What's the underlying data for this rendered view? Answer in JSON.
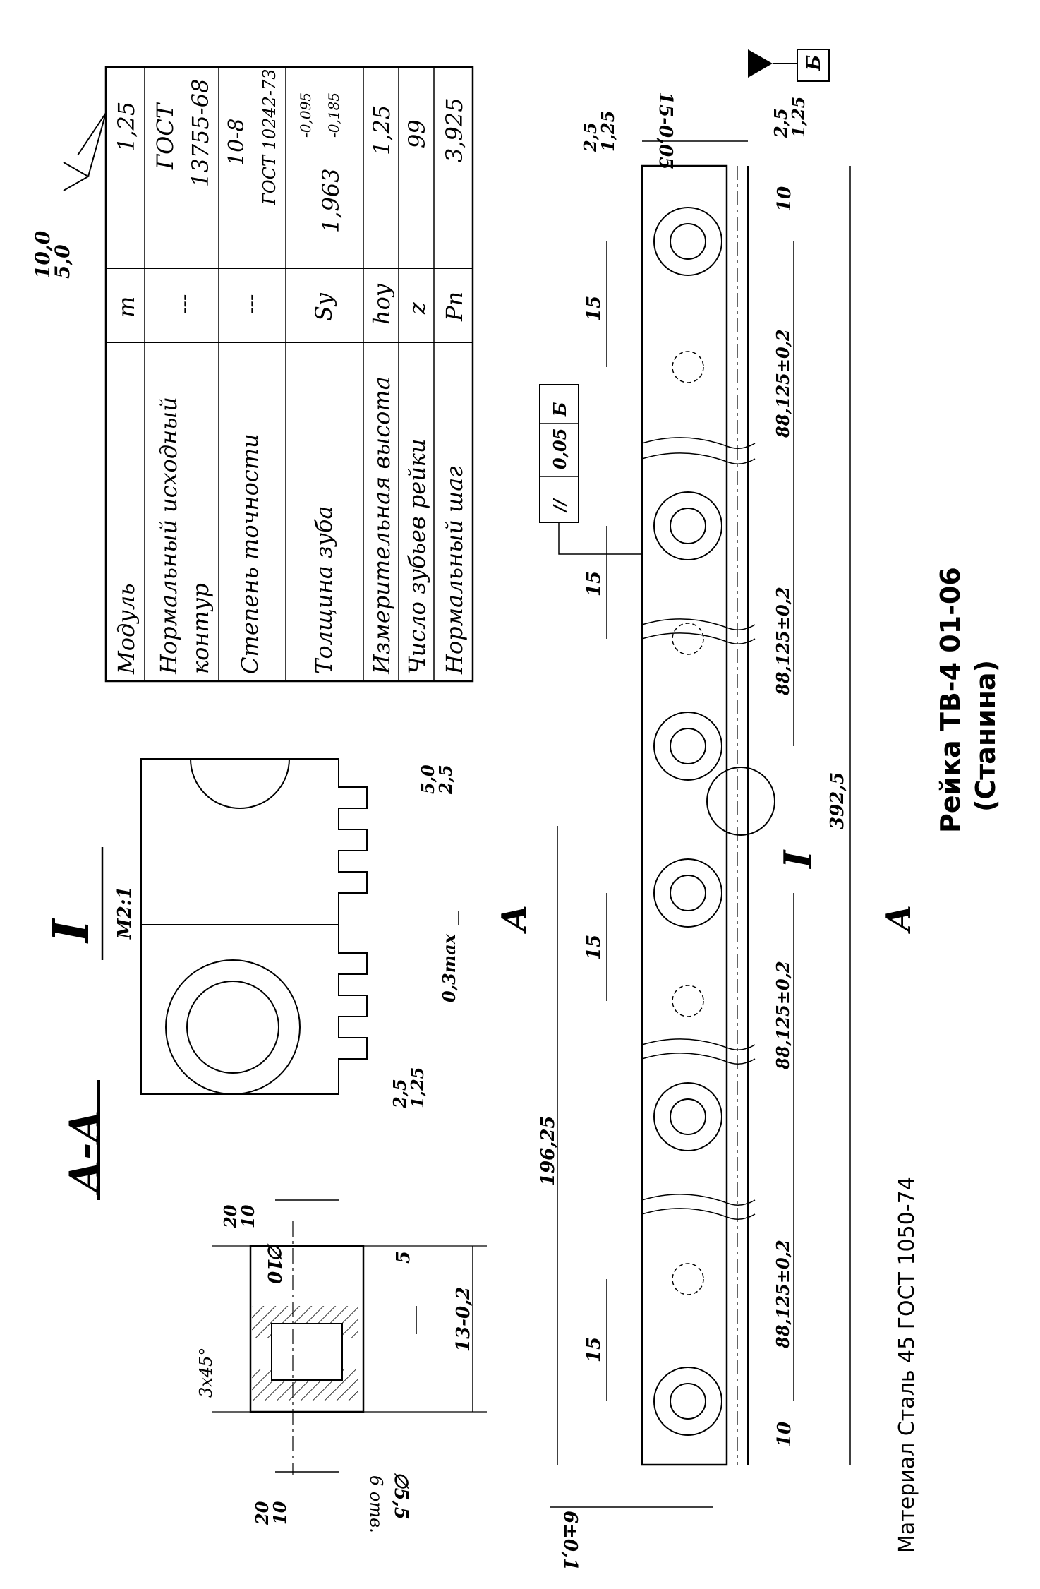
{
  "title": {
    "line1": "Рейка ТВ-4 01-06",
    "line2": "(Станина)"
  },
  "material": "Материал Сталь 45 ГОСТ 1050-74",
  "section_aa": {
    "label": "А-А",
    "chamfer": "3х45°",
    "bore_dia": "∅10",
    "hole_dia": "∅5,5",
    "hole_count": "6 отв.",
    "depth": "5",
    "height": "13-0,2",
    "rough_top_a": "20",
    "rough_top_b": "10",
    "rough_bot_a": "20",
    "rough_bot_b": "10"
  },
  "detail_i": {
    "label": "I",
    "scale": "М2:1",
    "gap": "0,3max",
    "rough_right_a": "5,0",
    "rough_right_b": "2,5",
    "rough_teeth_a": "2,5",
    "rough_teeth_b": "1,25"
  },
  "table": {
    "rough_general_a": "10,0",
    "rough_general_b": "5,0",
    "rows": [
      {
        "param": "Модуль",
        "symbol": "m",
        "value": "1,25",
        "value2": ""
      },
      {
        "param": "Нормальный исходный",
        "param2": "контур",
        "symbol": "---",
        "value": "ГОСТ",
        "value2": "13755-68"
      },
      {
        "param": "Степень точности",
        "symbol": "---",
        "value": "10-8",
        "value2": "ГОСТ 10242-73"
      },
      {
        "param": "Толщина зуба",
        "symbol": "Sy",
        "value": "1,963",
        "tol_upper": "-0,095",
        "tol_lower": "-0,185"
      },
      {
        "param": "Измерительная высота",
        "symbol": "hoy",
        "value": "1,25"
      },
      {
        "param": "Число зубьев рейки",
        "symbol": "z",
        "value": "99"
      },
      {
        "param": "Нормальный шаг",
        "symbol": "Pn",
        "value": "3,925"
      }
    ]
  },
  "main_view": {
    "section_mark": "А",
    "detail_mark": "I",
    "total_length": "392,5",
    "half_length": "196,25",
    "pitch": "88,125±0,2",
    "offset_15": "15",
    "end_10": "10",
    "edge_offset": "6±0,1",
    "height_dim": "15-0,05",
    "datum": "Б",
    "parallelism_symbol": "//",
    "parallelism_value": "0,05",
    "parallelism_datum": "Б",
    "rough_a": "2,5",
    "rough_b": "1,25"
  }
}
